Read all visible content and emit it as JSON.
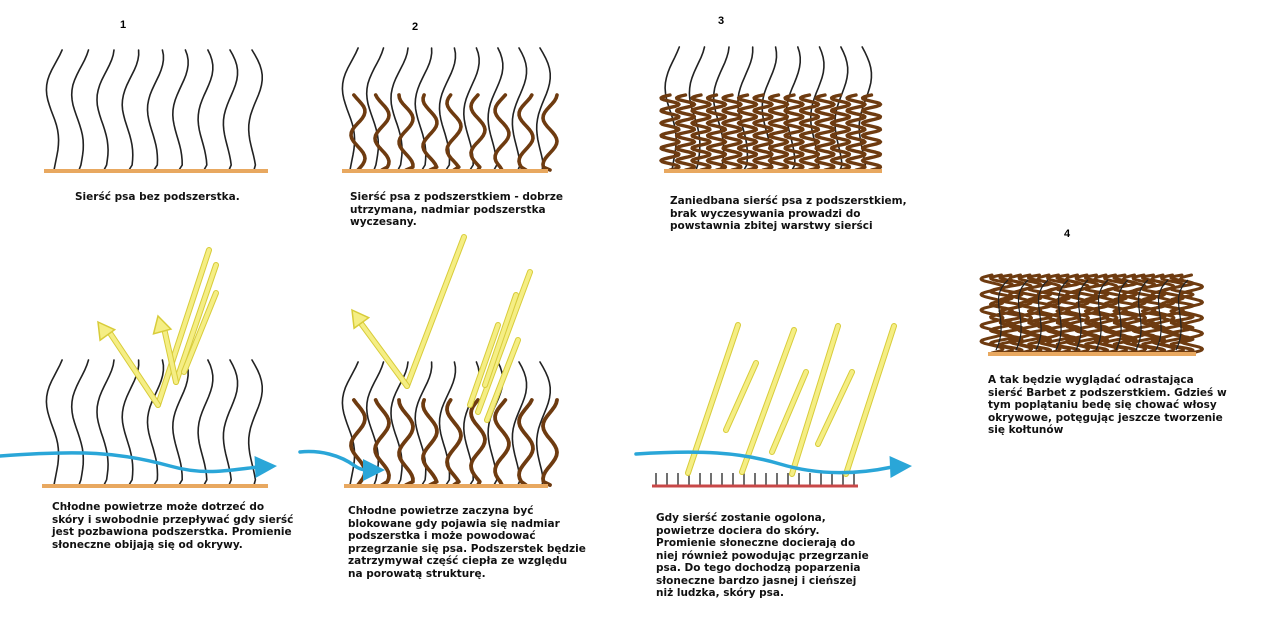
{
  "panels": {
    "p1": {
      "number": "1",
      "caption": "Sierść psa bez podszerstka."
    },
    "p2": {
      "number": "2",
      "caption": "Sierść psa z podszerstkiem - dobrze\nutrzymana, nadmiar podszerstka\nwyczesany."
    },
    "p3": {
      "number": "3",
      "caption": "Zaniedbana sierść psa z podszerstkiem,\nbrak wyczesywania prowadzi do\npowstawnia zbitej warstwy sierści"
    },
    "p4": {
      "number": "4",
      "caption": "A tak będzie wyglądać odrastająca\nsierść Barbet z podszerstkiem. Gdzieś w\ntym poplątaniu bedę się chować włosy\nokrywowe, potęgując jeszcze tworzenie\nsię kołtunów"
    }
  },
  "scenes": {
    "s1": {
      "caption": "Chłodne powietrze może dotrzeć do\nskóry i swobodnie przepływać gdy sierść\njest pozbawiona podszerstka. Promienie\nsłoneczne obijają się od okrywy."
    },
    "s2": {
      "caption": "Chłodne powietrze zaczyna być\nblokowane gdy pojawia się nadmiar\npodszerstka i może powodować\nprzegrzanie się psa. Podszerstek będzie\nzatrzymywał część ciepła ze względu\nna porowatą strukturę."
    },
    "s3": {
      "caption": "Gdy sierść zostanie ogolona,\npowietrze dociera do skóry.\nPromienie słoneczne docierają do\nniej również powodując przegrzanie\npsa. Do tego dochodzą poparzenia\nsłoneczne bardzo jasnej i cieńszej\nniż ludzka, skóry psa."
    }
  },
  "colors": {
    "skin": "#e8a860",
    "shaved_skin": "#c84848",
    "guard_hair": "#222222",
    "undercoat": "#6e3b10",
    "sun_ray": "#f5ee84",
    "sun_ray_edge": "#d8cc3a",
    "airflow": "#2aa6d8"
  }
}
